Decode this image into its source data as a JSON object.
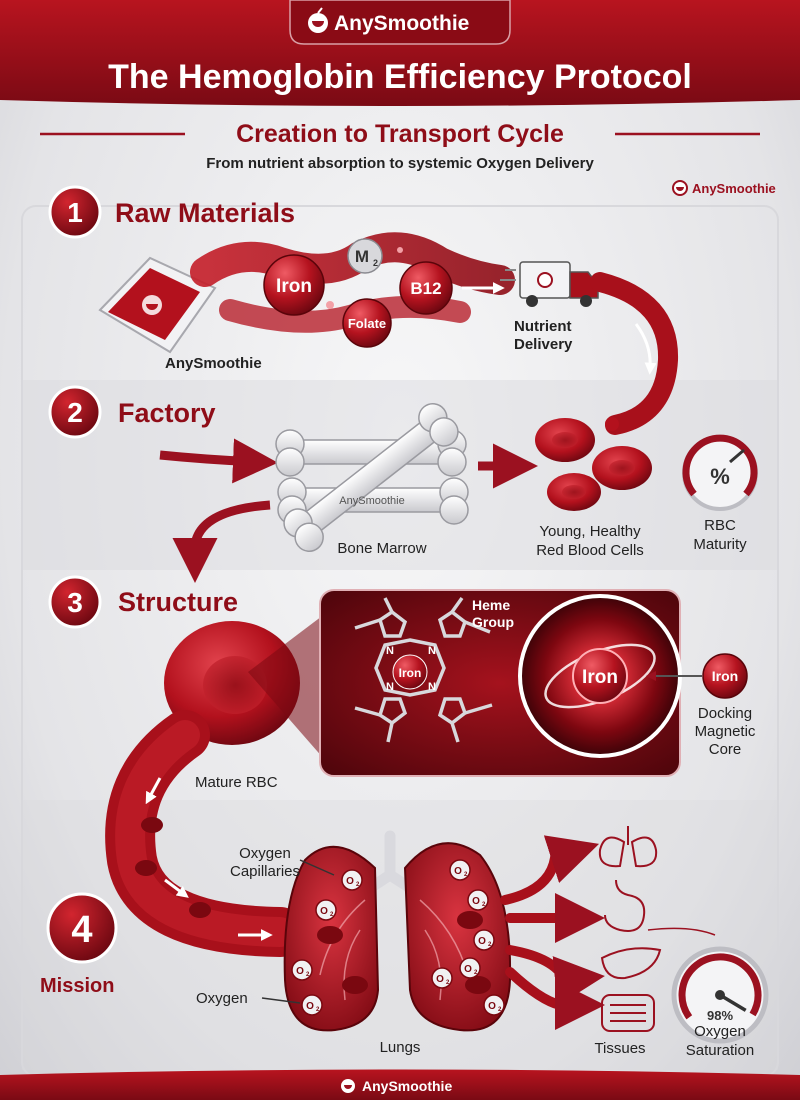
{
  "brand": "AnySmoothie",
  "title": "The Hemoglobin Efficiency Protocol",
  "subtitle": "Creation to Transport Cycle",
  "tagline": "From nutrient absorption to systemic Oxygen Delivery",
  "corner_brand": "AnySmoothie",
  "footer_brand": "AnySmoothie",
  "colors": {
    "primary": "#9b1120",
    "dark": "#6e0812",
    "light": "#d63a46"
  },
  "steps": [
    {
      "num": "1",
      "title": "Raw Materials"
    },
    {
      "num": "2",
      "title": "Factory"
    },
    {
      "num": "3",
      "title": "Structure"
    },
    {
      "num": "4",
      "title": "Mission"
    }
  ],
  "step1": {
    "cup_label": "AnySmoothie",
    "nutrients": [
      "Iron",
      "B12",
      "Folate"
    ],
    "mineral_symbol": "M",
    "mineral_sub": "2",
    "delivery_label": [
      "Nutrient",
      "Delivery"
    ],
    "truck_icon": "delivery-truck-icon"
  },
  "step2": {
    "bone_label": "Bone Marrow",
    "bone_brand": "AnySmoothie",
    "cells_label": [
      "Young, Healthy",
      "Red Blood Cells"
    ],
    "gauge_symbol": "%",
    "gauge_label": [
      "RBC",
      "Maturity"
    ]
  },
  "step3": {
    "rbc_label": "Mature RBC",
    "heme_label": [
      "Heme",
      "Group"
    ],
    "n_symbol": "N",
    "heme_core": "Iron",
    "core_label": "Iron",
    "incoming_iron": "Iron",
    "docking_label": [
      "Docking",
      "Magnetic",
      "Core"
    ]
  },
  "step4": {
    "capillaries_label": [
      "Oxygen",
      "Capillaries"
    ],
    "oxygen_label": "Oxygen",
    "lungs_label": "Lungs",
    "tissues_label": "Tissues",
    "o2_symbol": "O",
    "o2_sub": "2",
    "saturation_value": "98%",
    "saturation_level": 98,
    "saturation_label": [
      "Oxygen",
      "Saturation"
    ],
    "organ_icons": [
      "lungs-icon",
      "stomach-icon",
      "liver-icon",
      "intestine-icon"
    ]
  }
}
